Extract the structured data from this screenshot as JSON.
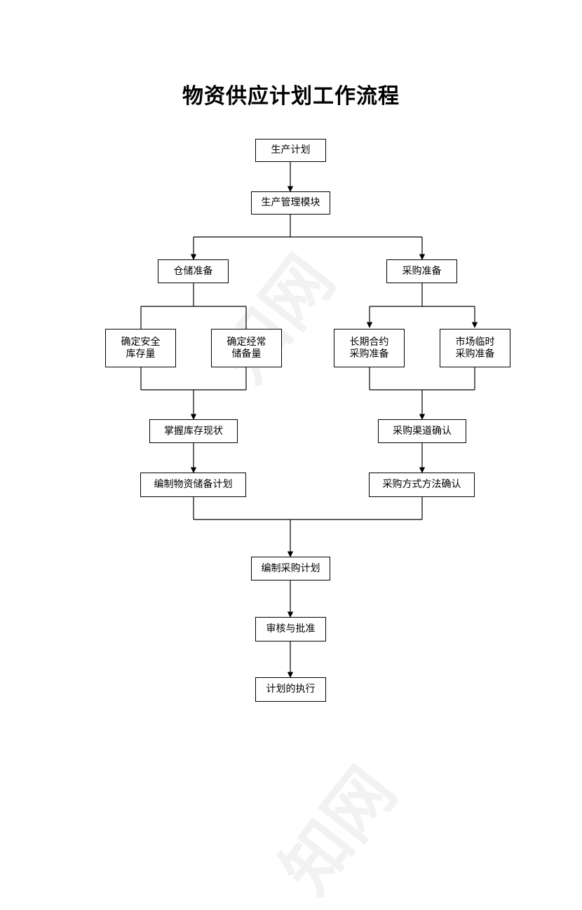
{
  "title": "物资供应计划工作流程",
  "watermark": "知网",
  "nodes": {
    "production_plan": "生产计划",
    "production_module": "生产管理模块",
    "warehouse_prep": "仓储准备",
    "purchase_prep": "采购准备",
    "safety_stock": [
      "确定安全",
      "库存量"
    ],
    "regular_reserve": [
      "确定经常",
      "储备量"
    ],
    "long_term_contract": [
      "长期合约",
      "采购准备"
    ],
    "market_temporary": [
      "市场临时",
      "采购准备"
    ],
    "inventory_status": "掌握库存现状",
    "channel_confirm": "采购渠道确认",
    "reserve_plan": "编制物资储备计划",
    "method_confirm": "采购方式方法确认",
    "purchase_plan": "编制采购计划",
    "review_approve": "审核与批准",
    "plan_execute": "计划的执行"
  }
}
